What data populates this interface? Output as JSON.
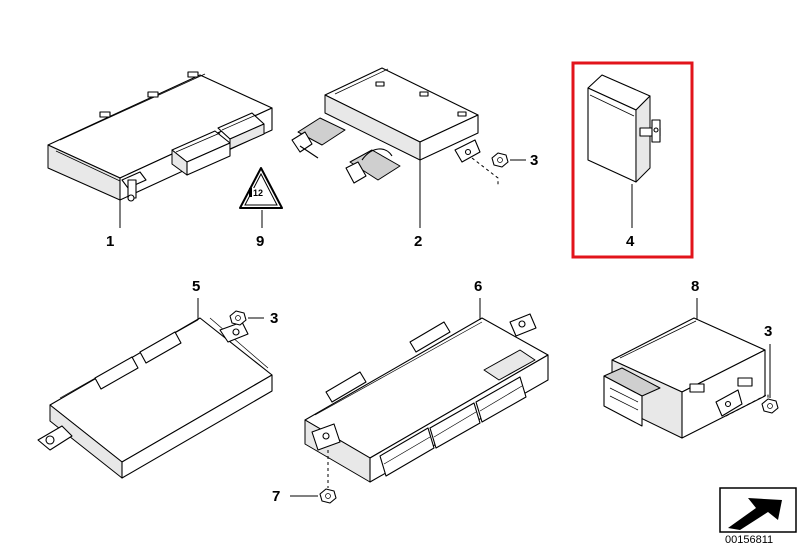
{
  "callouts": {
    "p1": "1",
    "p9": "9",
    "p2": "2",
    "p3a": "3",
    "p4": "4",
    "p5": "5",
    "p3b": "3",
    "p6": "6",
    "p7": "7",
    "p8": "8",
    "p3c": "3"
  },
  "warning_label_text": "12",
  "document_number": "00156811",
  "colors": {
    "highlight": "#e2141b",
    "line": "#000000"
  }
}
